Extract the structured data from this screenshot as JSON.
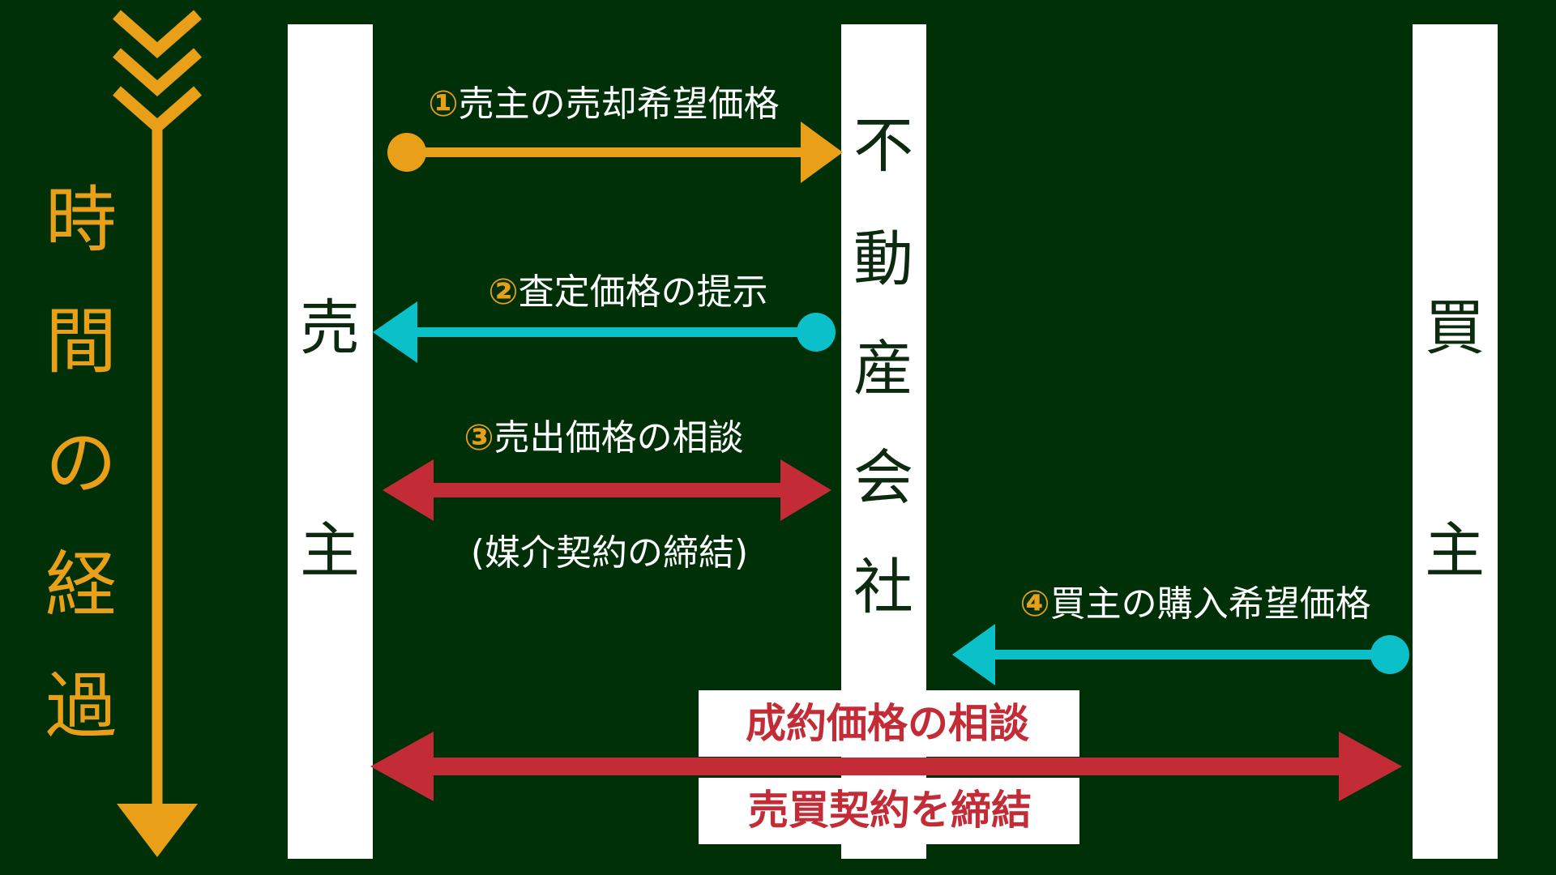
{
  "colors": {
    "background": "#003007",
    "orange": "#e9a018",
    "cyan": "#0bc0c8",
    "red": "#c32b36",
    "white": "#ffffff",
    "pillar_text": "#0c2a10"
  },
  "timeline": {
    "label": [
      "時",
      "間",
      "の",
      "経",
      "過"
    ]
  },
  "parties": {
    "seller": [
      "売",
      "主"
    ],
    "agent": [
      "不",
      "動",
      "産",
      "会",
      "社"
    ],
    "buyer": [
      "買",
      "主"
    ]
  },
  "steps": [
    {
      "number": "①",
      "text": "売主の売却希望価格"
    },
    {
      "number": "②",
      "text": "査定価格の提示"
    },
    {
      "number": "③",
      "text": "売出価格の相談"
    },
    {
      "number": "",
      "text": "(媒介契約の締結)"
    },
    {
      "number": "④",
      "text": "買主の購入希望価格"
    }
  ],
  "deal": {
    "line1": "成約価格の相談",
    "line2": "売買契約を締結"
  }
}
